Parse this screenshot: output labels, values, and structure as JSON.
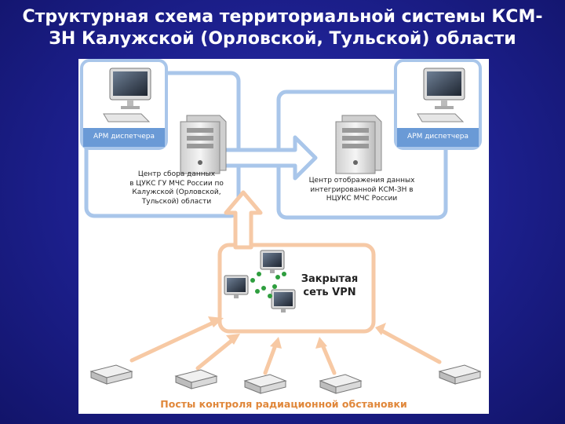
{
  "slide": {
    "title_line1": "Структурная схема территориальной системы КСМ-",
    "title_line2": "ЗН Калужской (Орловской, Тульской) области"
  },
  "diagram": {
    "arm_left": "АРМ диспетчера",
    "arm_right": "АРМ диспетчера",
    "collection_center": [
      "Центр сбора данных",
      "в ЦУКС ГУ МЧС России по",
      "Калужской (Орловской,",
      "Тульской) области"
    ],
    "display_center": [
      "Центр отображения данных",
      "интегрированной КСМ-ЗН в",
      "НЦУКС МЧС России"
    ],
    "vpn": [
      "Закрытая",
      "сеть VPN"
    ],
    "posts": "Посты контроля радиационной обстановки"
  },
  "colors": {
    "background": "#1c1f8c",
    "box_border": "#9fbfe6",
    "label_band": "#5b8fd0",
    "arrow_orange": "#f6c5a0",
    "arrow_blue": "#c9dcf2",
    "posts_text": "#e0873a",
    "node_green": "#2e9e3e"
  },
  "icons": [
    "monitor-icon",
    "server-icon",
    "sensor-post-icon"
  ]
}
